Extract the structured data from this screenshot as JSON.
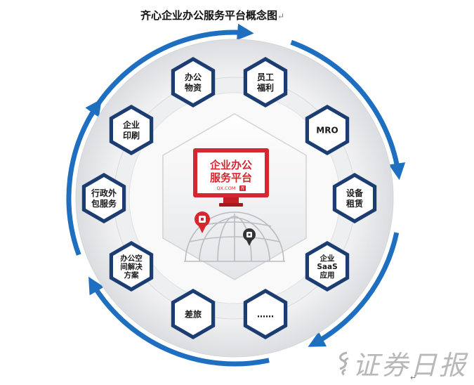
{
  "title": "齐心企业办公服务平台概念图",
  "title_mark": "↵",
  "center": {
    "line1": "企业办公",
    "line2": "服务平台",
    "url": "QX.COM",
    "badge": "齐"
  },
  "hexagons": [
    {
      "id": "office-supplies",
      "lines": [
        "办公",
        "物资"
      ]
    },
    {
      "id": "employee-benefits",
      "lines": [
        "员工",
        "福利"
      ]
    },
    {
      "id": "mro",
      "lines": [
        "MRO"
      ]
    },
    {
      "id": "equipment-leasing",
      "lines": [
        "设备",
        "租赁"
      ]
    },
    {
      "id": "enterprise-saas",
      "lines": [
        "企业",
        "SaaS",
        "应用"
      ]
    },
    {
      "id": "more",
      "lines": [
        "……"
      ]
    },
    {
      "id": "business-travel",
      "lines": [
        "差旅"
      ]
    },
    {
      "id": "office-space",
      "lines": [
        "办公空",
        "间解决",
        "方案"
      ]
    },
    {
      "id": "admin-outsourcing",
      "lines": [
        "行政外",
        "包服务"
      ]
    },
    {
      "id": "enterprise-printing",
      "lines": [
        "企业",
        "印刷"
      ]
    }
  ],
  "watermark": "证券日报",
  "footer_mark": "↵",
  "colors": {
    "navy": "#1b3d72",
    "arrow_blue": "#1f6fc1",
    "brand_red": "#d7262d",
    "ring_gray": "#e9eaec"
  }
}
